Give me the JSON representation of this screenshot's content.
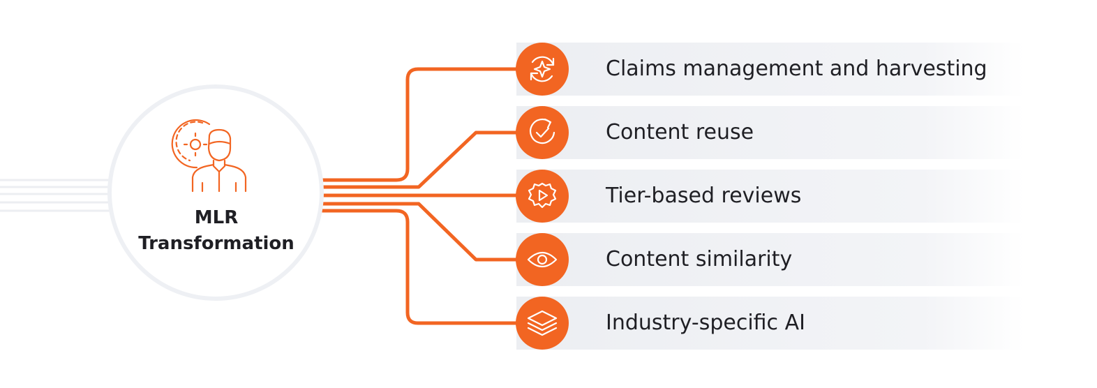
{
  "hub": {
    "title_line1": "MLR",
    "title_line2": "Transformation",
    "icon": "person-gear-icon"
  },
  "items": [
    {
      "label": "Claims management and harvesting",
      "icon": "refresh-sparkle-icon"
    },
    {
      "label": "Content reuse",
      "icon": "circular-check-icon"
    },
    {
      "label": "Tier-based reviews",
      "icon": "gear-play-icon"
    },
    {
      "label": "Content similarity",
      "icon": "eye-icon"
    },
    {
      "label": "Industry-specific AI",
      "icon": "layers-icon"
    }
  ],
  "colors": {
    "accent": "#f26522",
    "row_background": "#f0f1f4",
    "hub_border": "#eef0f4",
    "text": "#1f1f24"
  }
}
